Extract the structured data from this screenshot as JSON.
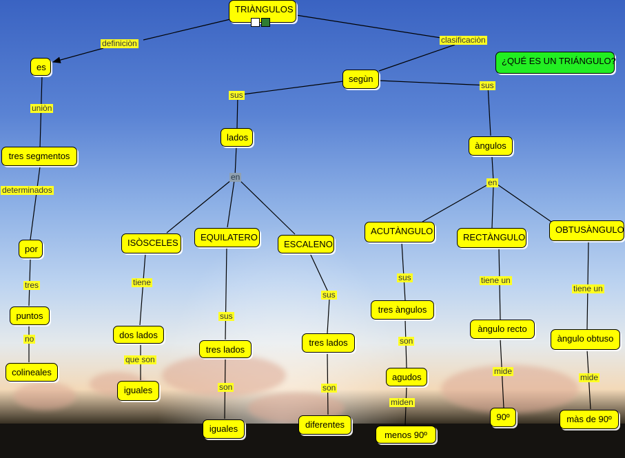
{
  "nodes": {
    "triangulos": "TRIÀNGULOS",
    "question": "¿QUÉ ES UN TRIÁNGULO?",
    "es": "es",
    "segun": "segùn",
    "tres_segmentos": "tres segmentos",
    "lados": "lados",
    "angulos": "àngulos",
    "por": "por",
    "isosceles": "ISÒSCELES",
    "equilatero": "EQUILATERO",
    "escaleno": "ESCALENO",
    "acutangulo": "ACUTÀNGULO",
    "rectangulo": "RECTÀNGULO",
    "obtusangulo": "OBTUSÀNGULO",
    "puntos": "puntos",
    "colineales": "colineales",
    "dos_lados": "dos lados",
    "iguales_1": "iguales",
    "tres_lados_1": "tres lados",
    "iguales_2": "iguales",
    "tres_lados_2": "tres lados",
    "diferentes": "diferentes",
    "tres_angulos": "tres àngulos",
    "agudos": "agudos",
    "menos_90": "menos  90º",
    "angulo_recto": "àngulo recto",
    "noventa": "90º",
    "angulo_obtuso": "àngulo obtuso",
    "mas_de_90": "màs de 90º"
  },
  "links": {
    "definicion": "definiciòn",
    "clasificacion": "clasificaciòn",
    "union": "uniòn",
    "sus_1": "sus",
    "sus_2": "sus",
    "determinados": "determinados",
    "en_1": "en",
    "en_2": "en",
    "tres": "tres",
    "no": "no",
    "tiene": "tiene",
    "que_son": "que son",
    "sus_eq": "sus",
    "son_eq": "son",
    "sus_esc": "sus",
    "son_esc": "son",
    "sus_acu": "sus",
    "son_acu": "son",
    "miden": "miden",
    "tiene_un_1": "tiene un",
    "mide_1": "mide",
    "tiene_un_2": "tiene un",
    "mide_2": "mide"
  },
  "icons": [
    "document-icon",
    "film-icon"
  ],
  "colors": {
    "node": "#ffff00",
    "question_node": "#22ee22",
    "label": "#ffff22"
  }
}
